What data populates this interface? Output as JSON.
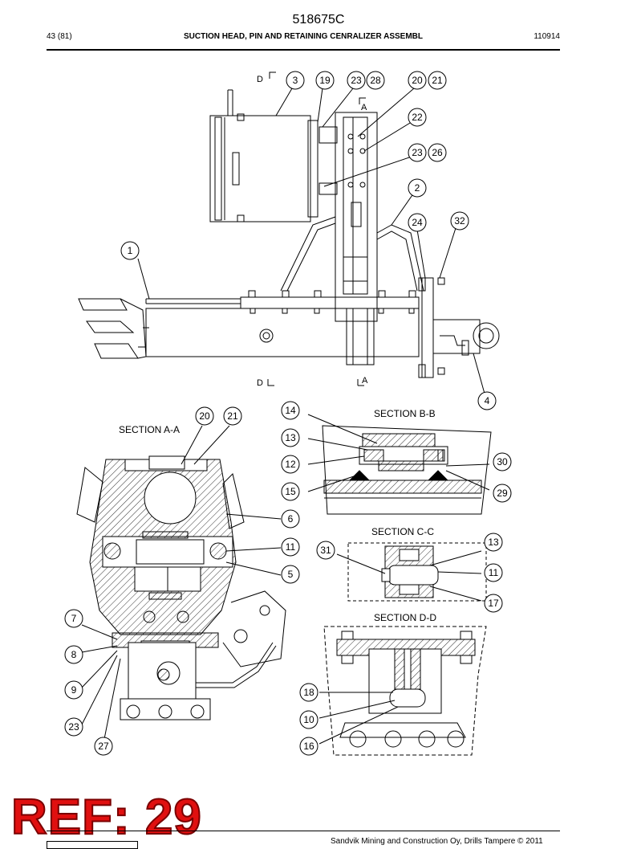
{
  "header": {
    "doc_number": "518675C",
    "page": "43 (81)",
    "title": "SUCTION HEAD, PIN AND RETAINING CENRALIZER ASSEMBL",
    "date": "110914"
  },
  "sections": {
    "aa": "SECTION A-A",
    "bb": "SECTION B-B",
    "cc": "SECTION C-C",
    "dd": "SECTION D-D"
  },
  "view_markers": {
    "d": "D",
    "a": "A"
  },
  "balloons": {
    "b3": "3",
    "b19": "19",
    "b23a": "23",
    "b28": "28",
    "b20a": "20",
    "b21a": "21",
    "b22": "22",
    "b23b": "23",
    "b26": "26",
    "b2": "2",
    "b24": "24",
    "b32": "32",
    "b1": "1",
    "b4": "4",
    "b20b": "20",
    "b21b": "21",
    "b6": "6",
    "b11a": "11",
    "b5": "5",
    "b7": "7",
    "b8": "8",
    "b9": "9",
    "b23c": "23",
    "b27": "27",
    "b14": "14",
    "b13a": "13",
    "b12": "12",
    "b15": "15",
    "b30": "30",
    "b29": "29",
    "b31": "31",
    "b13b": "13",
    "b11b": "11",
    "b17": "17",
    "b18": "18",
    "b10": "10",
    "b16": "16"
  },
  "footer": {
    "ref": "REF: 29",
    "copyright": "Sandvik Mining and Construction Oy, Drills Tampere © 2011"
  }
}
